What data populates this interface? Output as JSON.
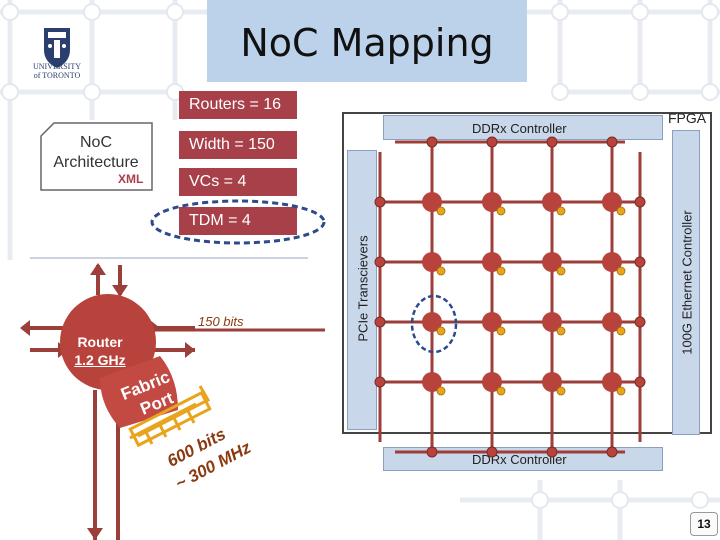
{
  "title": "NoC Mapping",
  "logo": {
    "text_line1": "UNIVERSITY",
    "text_line2": "of TORONTO"
  },
  "parameters": {
    "routers": "Routers = 16",
    "width": "Width = 150",
    "vcs": "VCs = 4",
    "tdm": "TDM = 4"
  },
  "noc_doc": {
    "line1": "NoC",
    "line2": "Architecture",
    "tag": "XML"
  },
  "router": {
    "line1": "Router",
    "line2": "1.2 GHz"
  },
  "fabric_port": {
    "line1": "Fabric",
    "line2": "Port"
  },
  "labels": {
    "bits_150": "150 bits",
    "bits_600": "600 bits",
    "mhz_300": "~ 300 MHz"
  },
  "fpga": {
    "label": "FPGA",
    "ddr_top": "DDRx Controller",
    "ddr_bottom": "DDRx Controller",
    "pcie": "PCIe Transcievers",
    "ethernet": "100G Ethernet Controller"
  },
  "page_number": "13",
  "colors": {
    "router_red": "#b8433d",
    "param_box": "#a8404a",
    "panel_blue": "#c9d7ea",
    "title_bg": "#bcd2eb",
    "port_orange": "#e8a51c"
  }
}
